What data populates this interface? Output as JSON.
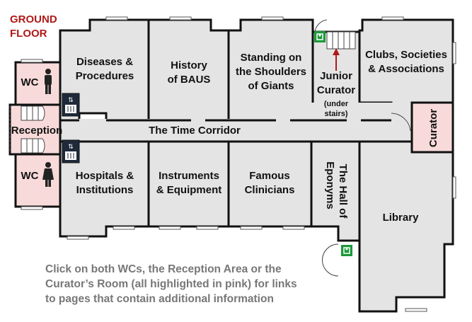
{
  "title": {
    "line1": "GROUND",
    "line2": "FLOOR"
  },
  "colors": {
    "highlight": "#f8dada",
    "title": "#b01818",
    "room": "#e4e4e4",
    "exit_sign": "#1c9a3a",
    "note": "#777777"
  },
  "rooms": {
    "diseases": {
      "line1": "Diseases &",
      "line2": "Procedures"
    },
    "history": {
      "line1": "History",
      "line2": "of BAUS"
    },
    "standing": {
      "line1": "Standing on",
      "line2": "the Shoulders",
      "line3": "of Giants"
    },
    "junior": {
      "line1": "Junior",
      "line2": "Curator",
      "line3": "(under",
      "line4": "stairs)"
    },
    "clubs": {
      "line1": "Clubs, Societies",
      "line2": "& Associations"
    },
    "corridor": "The Time Corridor",
    "reception": "Reception",
    "wc_top": "WC",
    "wc_bottom": "WC",
    "curator": "Curator",
    "hospitals": {
      "line1": "Hospitals &",
      "line2": "Institutions"
    },
    "instruments": {
      "line1": "Instruments",
      "line2": "& Equipment"
    },
    "famous": {
      "line1": "Famous",
      "line2": "Clinicians"
    },
    "eponyms": {
      "line1": "The Hall of",
      "line2": "Eponyms"
    },
    "library": "Library"
  },
  "icons": [
    "male-wc-icon",
    "female-wc-icon",
    "lift-icon",
    "fire-exit-icon",
    "stairs-icon",
    "up-arrow-icon"
  ],
  "note": {
    "line1": "Click on both WCs, the Reception Area or the",
    "line2": "Curator’s Room (all highlighted in pink) for links",
    "line3": "to pages that contain additional information"
  }
}
